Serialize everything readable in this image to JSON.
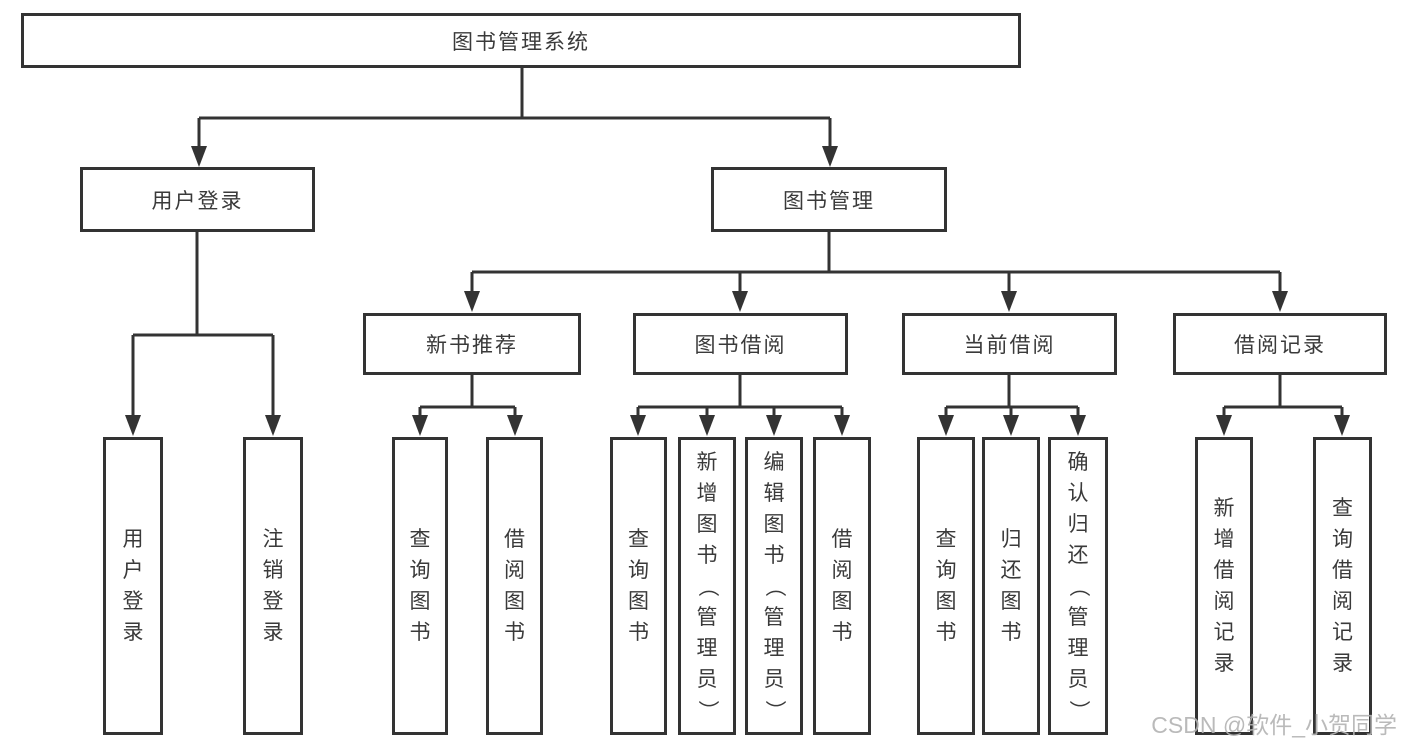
{
  "title": {
    "label": "图书管理系统"
  },
  "branches": {
    "user_login": {
      "label": "用户登录",
      "children": [
        {
          "label": "用户登录"
        },
        {
          "label": "注销登录"
        }
      ]
    },
    "book_mgmt": {
      "label": "图书管理",
      "sections": {
        "new_book": {
          "label": "新书推荐",
          "children": [
            {
              "label": "查询图书"
            },
            {
              "label": "借阅图书"
            }
          ]
        },
        "borrow": {
          "label": "图书借阅",
          "children": [
            {
              "label": "查询图书"
            },
            {
              "label": "新增图书（管理员）"
            },
            {
              "label": "编辑图书（管理员）"
            },
            {
              "label": "借阅图书"
            }
          ]
        },
        "current": {
          "label": "当前借阅",
          "children": [
            {
              "label": "查询图书"
            },
            {
              "label": "归还图书"
            },
            {
              "label": "确认归还（管理员）"
            }
          ]
        },
        "records": {
          "label": "借阅记录",
          "children": [
            {
              "label": "新增借阅记录"
            },
            {
              "label": "查询借阅记录"
            }
          ]
        }
      }
    }
  },
  "watermark": "CSDN @软件_小贺同学",
  "colors": {
    "line": "#333333",
    "text": "#3a3a3a",
    "watermark": "#b3b3b3",
    "background": "#ffffff"
  }
}
